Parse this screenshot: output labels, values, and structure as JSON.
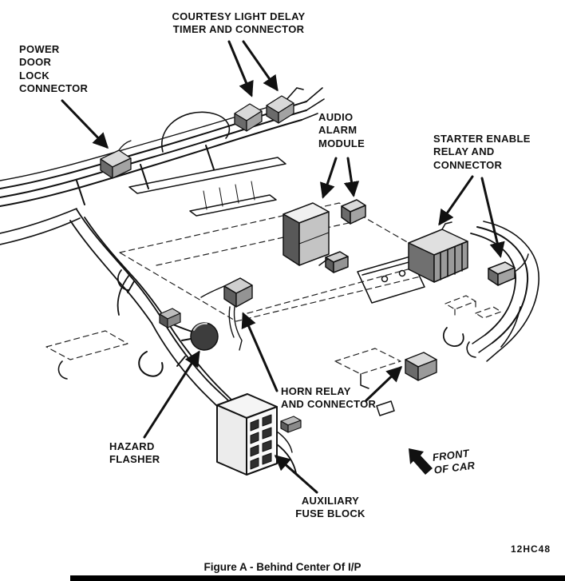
{
  "figure": {
    "caption": "Figure A - Behind Center Of I/P",
    "code": "12HC48"
  },
  "labels": {
    "power_door_lock_connector": "POWER\nDOOR\nLOCK\nCONNECTOR",
    "courtesy_light_delay_timer": "COURTESY LIGHT DELAY\nTIMER AND CONNECTOR",
    "audio_alarm_module": "AUDIO\nALARM\nMODULE",
    "starter_enable_relay": "STARTER ENABLE\nRELAY AND\nCONNECTOR",
    "horn_relay_and_connector": "HORN RELAY\nAND CONNECTOR",
    "hazard_flasher": "HAZARD\nFLASHER",
    "auxiliary_fuse_block": "AUXILIARY\nFUSE BLOCK",
    "front_of_car": "FRONT\nOF CAR"
  },
  "icons": {
    "front_of_car_arrow": "bold-block-arrow-up-left",
    "callout_arrows": "solid-leader-arrow"
  },
  "colors": {
    "ink": "#111111",
    "paper": "#ffffff",
    "component_dark": "#5f5f5f",
    "component_mid": "#9a9a9a",
    "component_light": "#e8e8e8"
  }
}
